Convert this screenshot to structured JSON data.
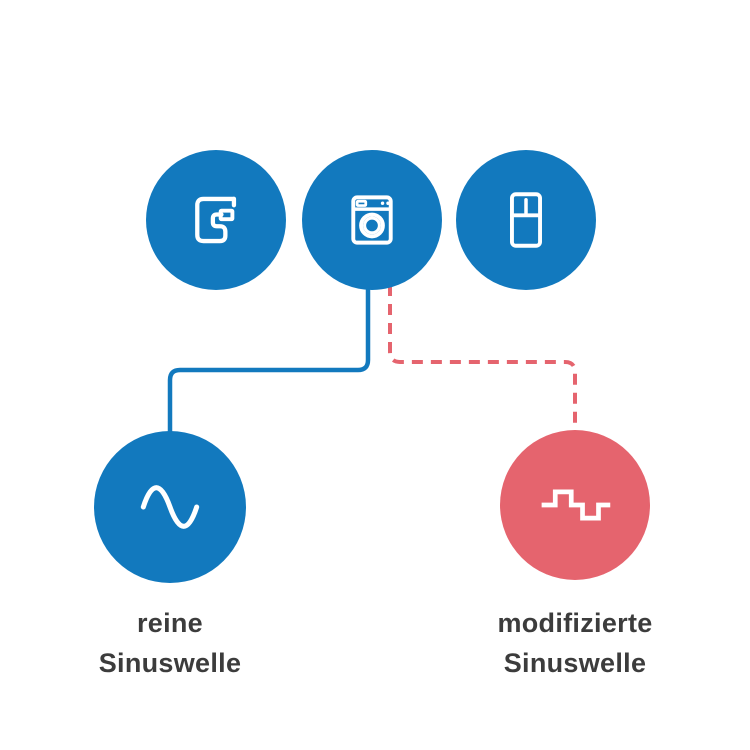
{
  "diagram": {
    "top_nodes": [
      {
        "icon": "coffee-machine-icon"
      },
      {
        "icon": "washing-machine-icon"
      },
      {
        "icon": "refrigerator-icon"
      }
    ],
    "pure_sine": {
      "icon": "sine-wave-icon",
      "line1": "reine",
      "line2": "Sinuswelle"
    },
    "modified_sine": {
      "icon": "modified-sine-wave-icon",
      "line1": "modifizierte",
      "line2": "Sinuswelle"
    },
    "colors": {
      "blue": "#1279be",
      "red": "#e5646e",
      "text": "#3c3c3c",
      "icon_stroke": "#ffffff",
      "background": "#ffffff"
    }
  }
}
